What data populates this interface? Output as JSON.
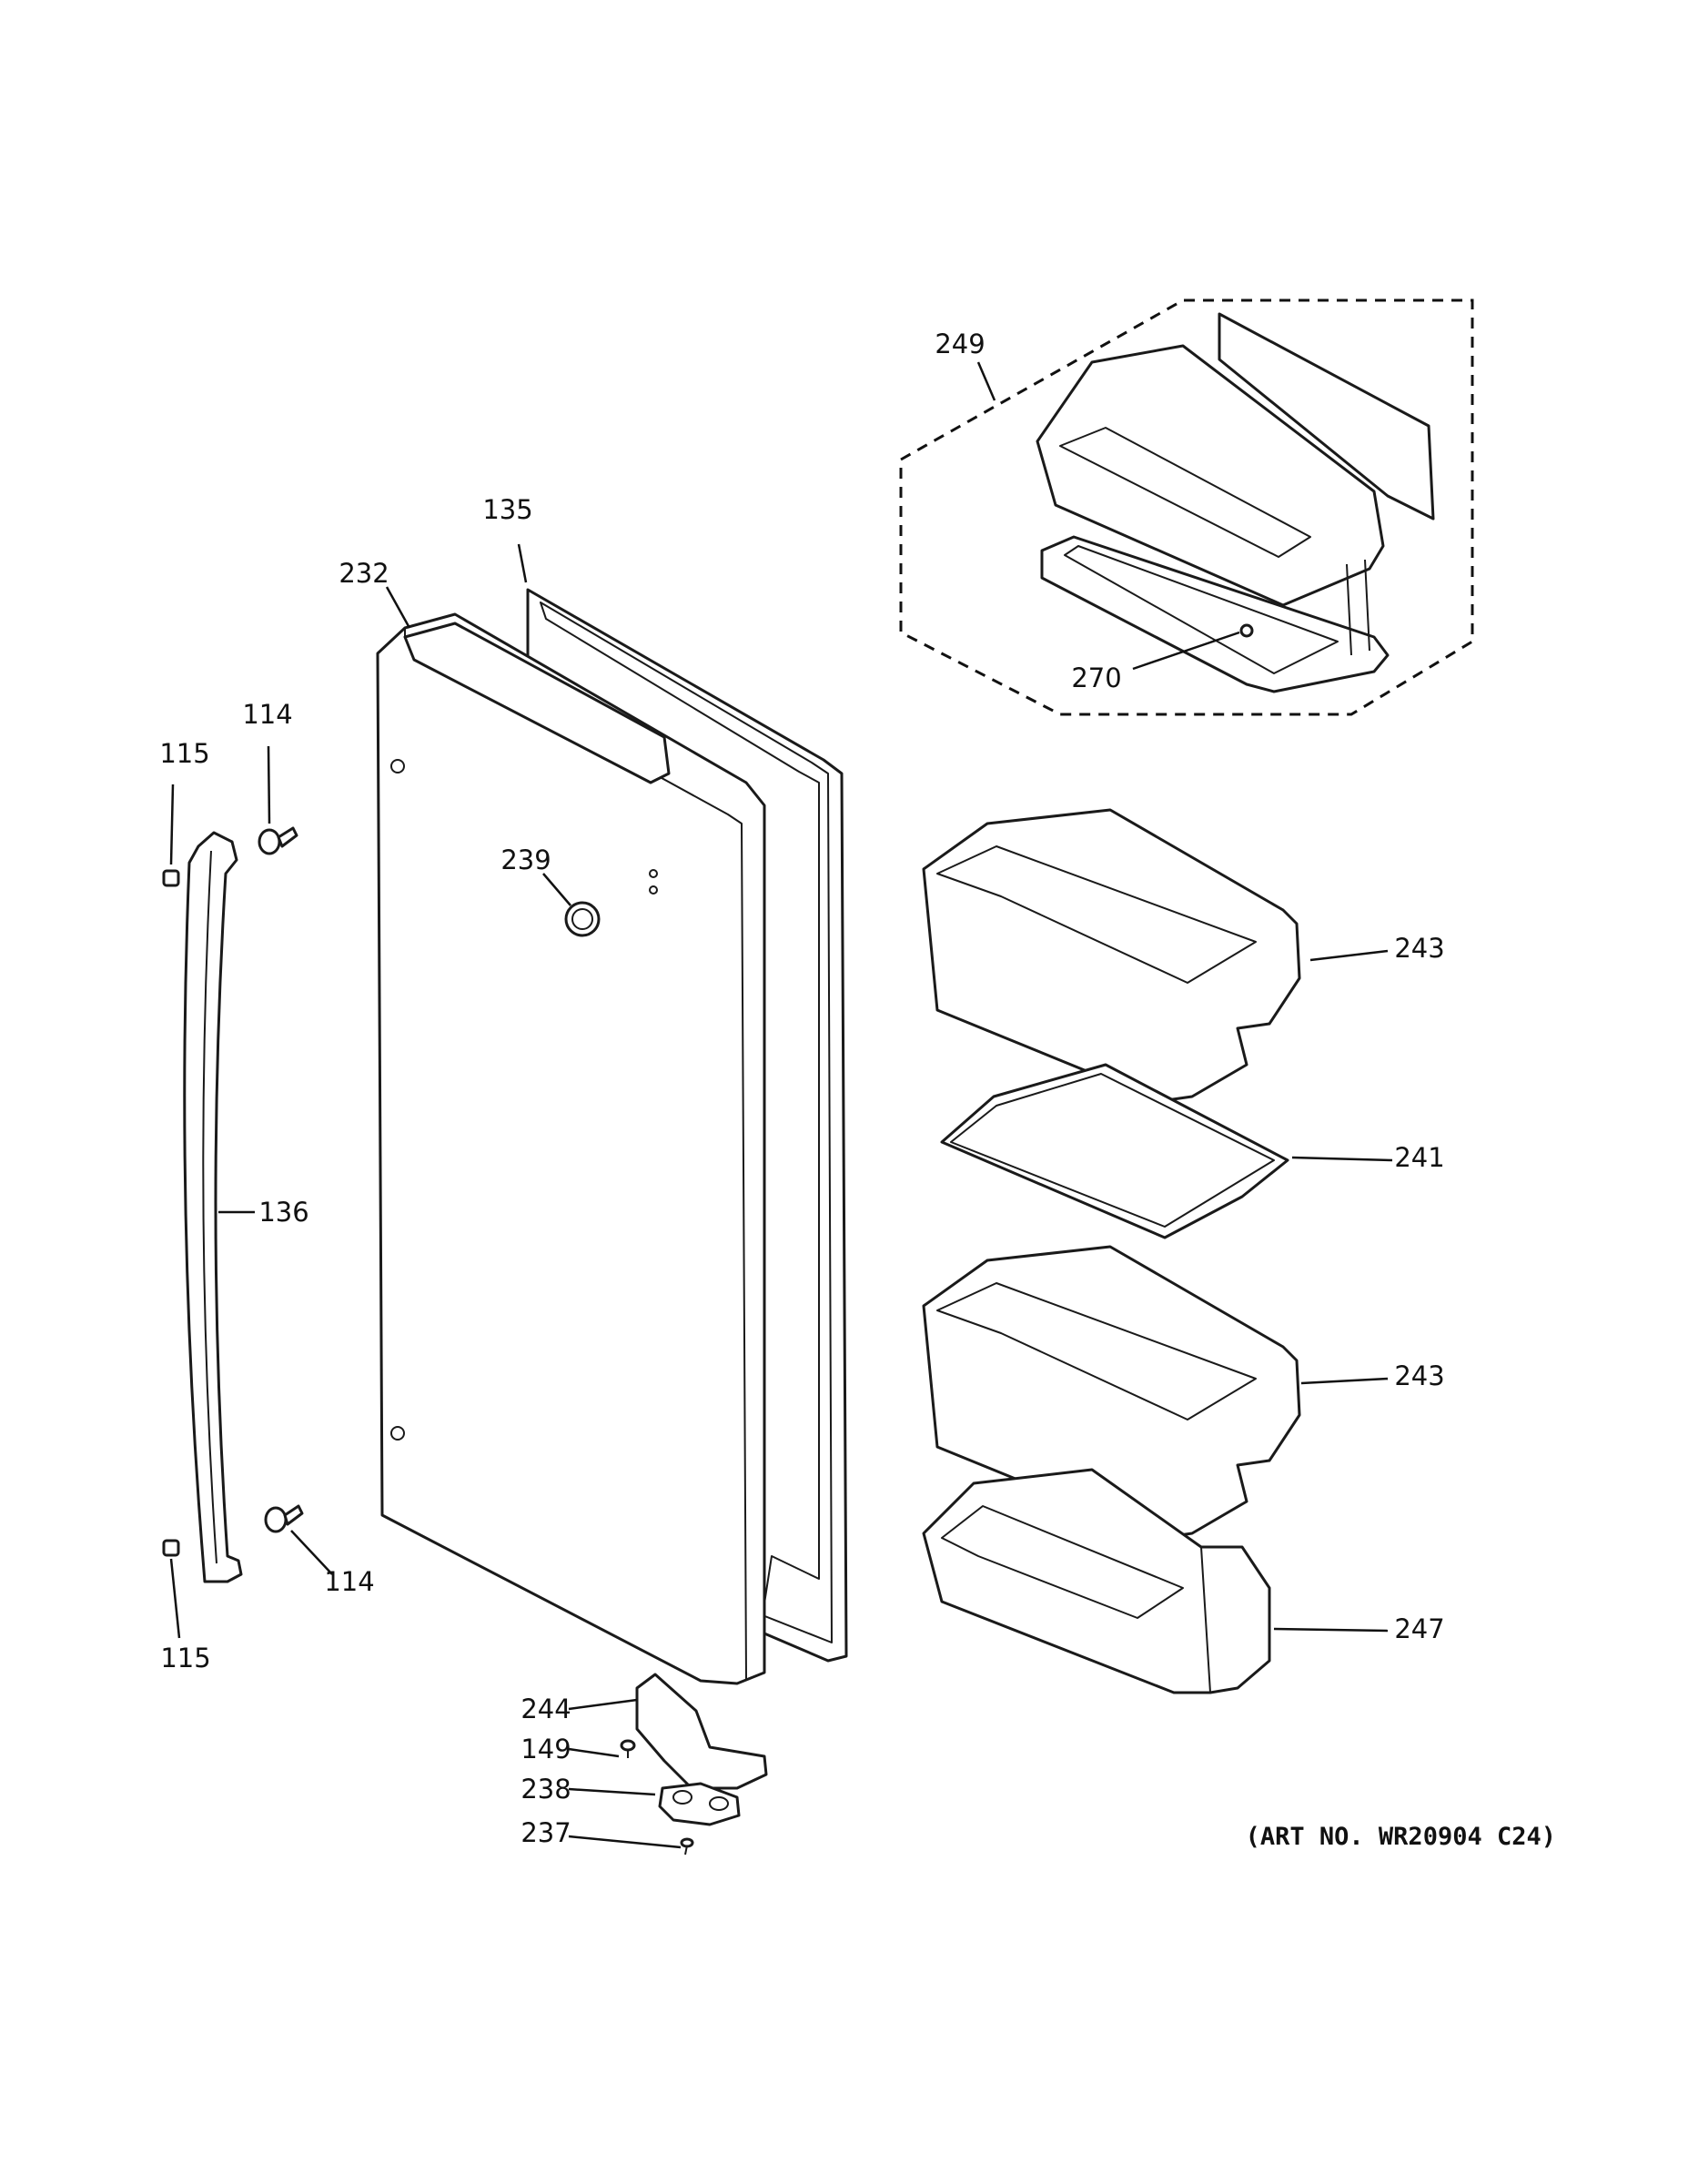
{
  "diagram": {
    "callouts": {
      "c249": "249",
      "c135": "135",
      "c232": "232",
      "c270": "270",
      "c114a": "114",
      "c115a": "115",
      "c239": "239",
      "c243a": "243",
      "c241": "241",
      "c136": "136",
      "c243b": "243",
      "c114b": "114",
      "c247": "247",
      "c115b": "115",
      "c244": "244",
      "c149": "149",
      "c238": "238",
      "c237": "237"
    },
    "art_number": "(ART NO. WR20904 C24)"
  }
}
